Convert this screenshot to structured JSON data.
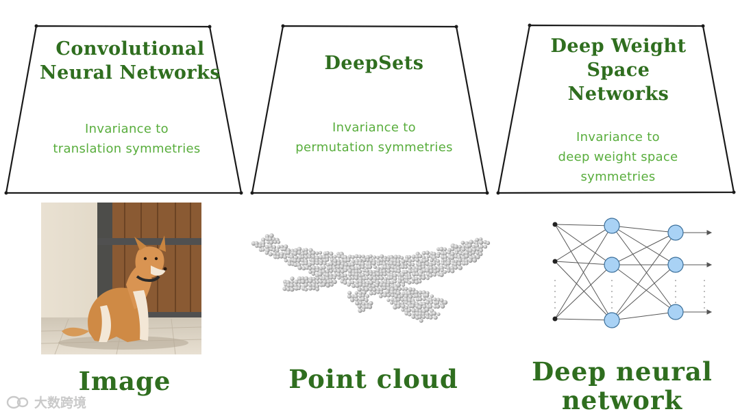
{
  "cards": [
    {
      "title": [
        "Convolutional",
        "Neural Networks"
      ],
      "subtitle": [
        "Invariance to",
        "translation symmetries"
      ],
      "caption": [
        "Image"
      ]
    },
    {
      "title": [
        "DeepSets"
      ],
      "subtitle": [
        "Invariance to",
        "permutation symmetries"
      ],
      "caption": [
        "Point cloud"
      ]
    },
    {
      "title": [
        "Deep Weight",
        "Space",
        "Networks"
      ],
      "subtitle": [
        "Invariance to",
        "deep weight space",
        "symmetries"
      ],
      "caption": [
        "Deep neural",
        "network"
      ]
    }
  ],
  "watermark": "大数跨境",
  "colors": {
    "title_green": "#2f6e1f",
    "subtitle_green": "#58ad3c",
    "node_blue": "#a9d2f5",
    "outline": "#1a1a1a"
  },
  "icons": {
    "watermark_logo": "wechat-logo-icon"
  }
}
